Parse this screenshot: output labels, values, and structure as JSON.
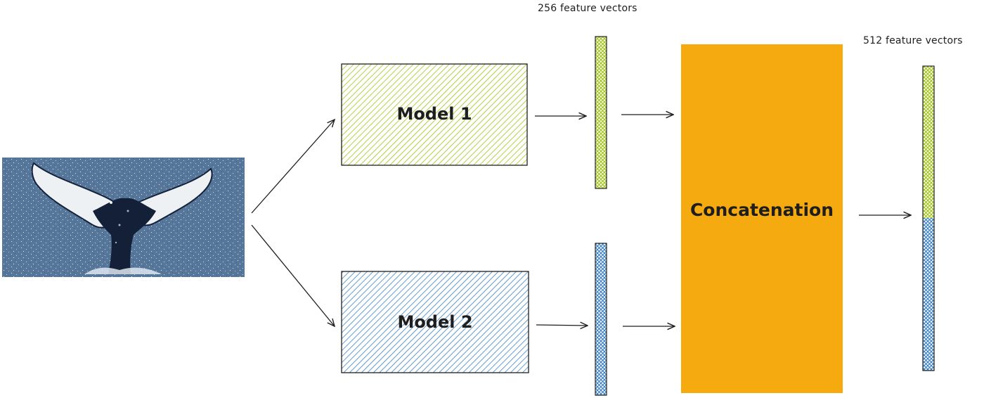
{
  "colors": {
    "model1": "#a0c415",
    "model2": "#3b82c4",
    "concat": "#f5ab0f",
    "water": "#56769a",
    "stroke": "#1e1e1e"
  },
  "labels": {
    "top_vectors": "256 feature vectors",
    "concat_vectors": "512 feature vectors",
    "model1": "Model 1",
    "model2": "Model 2",
    "concatenation": "Concatenation"
  },
  "input_image": {
    "icon": "whale-tail-photo"
  }
}
